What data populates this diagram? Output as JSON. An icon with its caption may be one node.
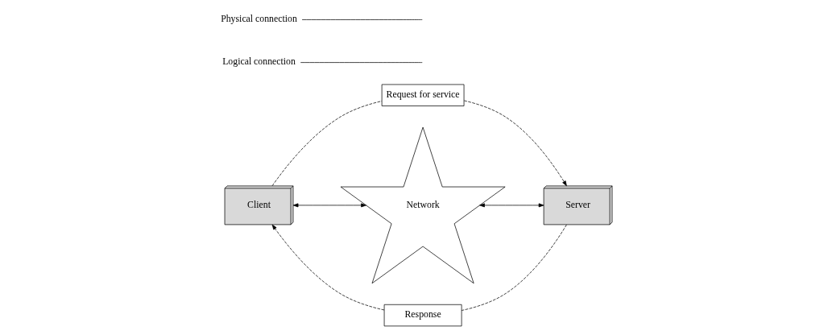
{
  "diagram": {
    "nodes": [
      {
        "text": [
          "Client"
        ]
      },
      {
        "text": [
          "Request for service"
        ]
      },
      {
        "text": [
          "Network"
        ]
      },
      {
        "text": [
          "Server"
        ]
      },
      {
        "text": [
          "Response"
        ]
      },
      {
        "text": [
          "Logical connection"
        ]
      },
      {
        "text": [
          "Physical connection"
        ]
      }
    ],
    "edges": [
      {
        "from": 0,
        "to": 1,
        "arrow": "none",
        "style": "dashed"
      },
      {
        "from": 1,
        "to": 3,
        "arrow": "to",
        "style": "dashed"
      },
      {
        "from": 3,
        "to": 4,
        "arrow": "none",
        "style": "dashed"
      },
      {
        "from": 4,
        "to": 0,
        "arrow": "to",
        "style": "dashed"
      },
      {
        "from": 0,
        "to": 2,
        "arrow": "both"
      },
      {
        "from": 2,
        "to": 3,
        "arrow": "both"
      },
      {
        "from": 5,
        "to": null,
        "arrow": "none"
      },
      {
        "from": 6,
        "to": null,
        "arrow": "none"
      }
    ]
  }
}
